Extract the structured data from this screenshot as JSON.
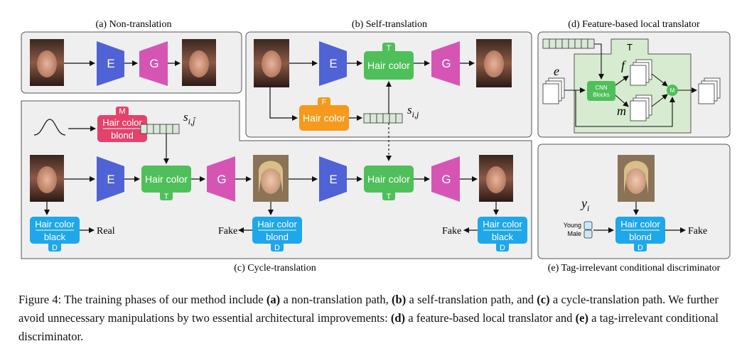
{
  "panels": {
    "a": "(a) Non-translation",
    "b": "(b) Self-translation",
    "c": "(c) Cycle-translation",
    "d": "(d) Feature-based local translator",
    "e": "(e) Tag-irrelevant conditional discriminator"
  },
  "blocks": {
    "encoder": "E",
    "generator": "G",
    "translator_label": "Hair color",
    "translator_tag": "T",
    "extractor_label": "Hair color",
    "extractor_tag": "F",
    "mapping_tag": "M",
    "mapping_line1": "Hair color",
    "mapping_line2": "blond",
    "disc_line1": "Hair color",
    "disc_tag": "D",
    "disc_black": "black",
    "disc_blond": "blond",
    "cnn_line1": "CNN",
    "cnn_line2": "Blocks",
    "merge": "M",
    "young": "Young",
    "male": "Male"
  },
  "outputs": {
    "real": "Real",
    "fake": "Fake"
  },
  "math": {
    "s_ij_tilde_base": "s",
    "s_ij_tilde_sub": "i,j̃",
    "s_ij_base": "s",
    "s_ij_sub": "i,j",
    "e": "e",
    "f": "f",
    "m": "m",
    "y_base": "y",
    "y_sub": "i",
    "T": "T"
  },
  "caption": {
    "p1": "Figure 4: The training phases of our method include ",
    "a": "(a)",
    "p2": " a non-translation path, ",
    "b": "(b)",
    "p3": " a self-translation path, and ",
    "c": "(c)",
    "p4": " a cycle-translation path. We further avoid unnecessary manipulations by two essential architectural improvements: ",
    "d": "(d)",
    "p5": " a feature-based local translator and ",
    "e": "(e)",
    "p6": " a tag-irrelevant conditional discriminator."
  },
  "colors": {
    "encoder": "#4f63d6",
    "generator": "#d655b4",
    "translator": "#4fbf5a",
    "extractor": "#f59a1c",
    "mapping": "#e5426b",
    "discriminator": "#1ea7ea",
    "panel_bg": "#efefef",
    "local_bg": "#d7ebd0",
    "code": "#d9e8d8"
  }
}
